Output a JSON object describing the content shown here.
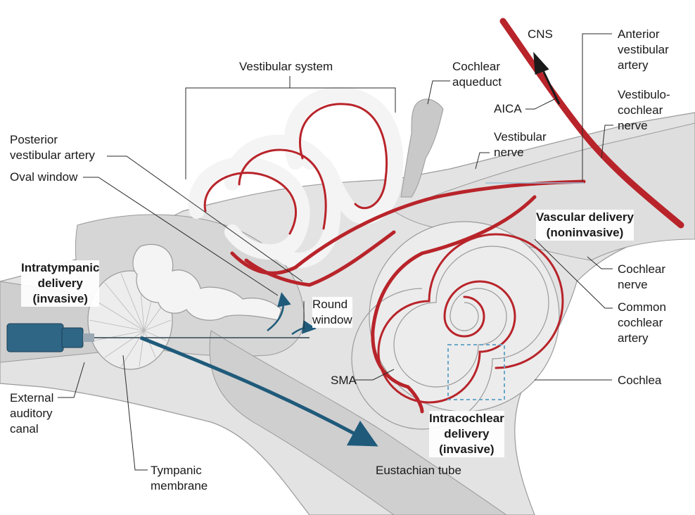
{
  "colors": {
    "artery": "#b8242a",
    "bone": "#e3e3e3",
    "tissue": "#cfcfcf",
    "outline": "#9a9a9a",
    "leader": "#2a2a2a",
    "delivery": "#1f5a7a",
    "syringe": "#2f6685",
    "dash_box": "#6aa7c8"
  },
  "labels": {
    "vestibular_system": "Vestibular system",
    "cochlear_aqueduct": "Cochlear\naqueduct",
    "cns": "CNS",
    "anterior_vestibular_artery": "Anterior\nvestibular\nartery",
    "aica": "AICA",
    "vestibulocochlear_nerve": "Vestibulo-\ncochlear\nnerve",
    "posterior_vestibular_artery": "Posterior\nvestibular artery",
    "oval_window": "Oval window",
    "vestibular_nerve": "Vestibular\nnerve",
    "vascular_delivery": "Vascular delivery\n(noninvasive)",
    "intratympanic_delivery": "Intratympanic\ndelivery\n(invasive)",
    "round_window": "Round\nwindow",
    "cochlear_nerve": "Cochlear\nnerve",
    "common_cochlear_artery": "Common\ncochlear\nartery",
    "sma": "SMA",
    "cochlea": "Cochlea",
    "external_auditory_canal": "External\nauditory\ncanal",
    "intracochlear_delivery": "Intracochlear\ndelivery\n(invasive)",
    "tympanic_membrane": "Tympanic\nmembrane",
    "eustachian_tube": "Eustachian tube"
  },
  "icons": [
    "syringe-icon",
    "flow-arrow-icon",
    "cns-arrow-icon"
  ]
}
